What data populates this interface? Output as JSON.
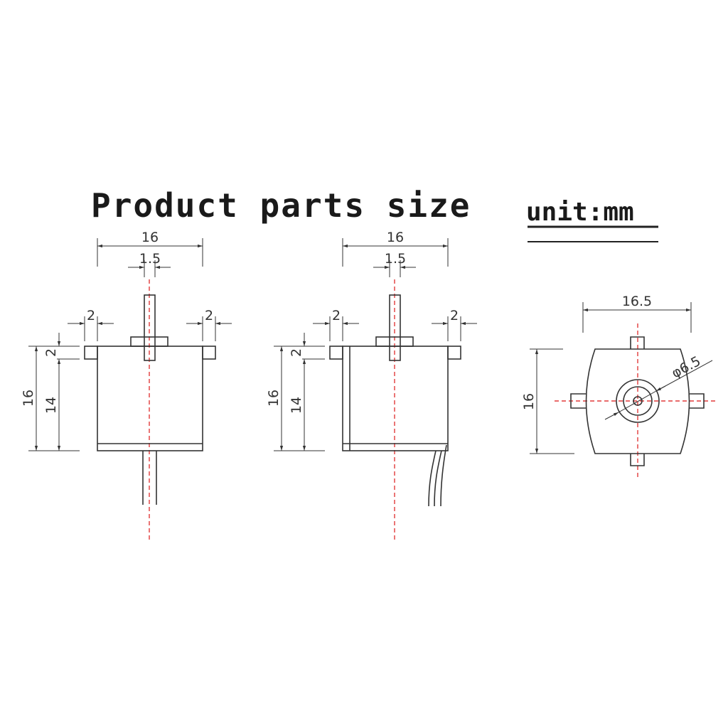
{
  "title": "Product parts size",
  "unit_label": "unit:mm",
  "views": {
    "side_view_1": {
      "width": "16",
      "shaft": "1.5",
      "tab_left": "2",
      "tab_right": "2",
      "height_total": "16",
      "body_height": "14",
      "tab_height": "2"
    },
    "side_view_2": {
      "width": "16",
      "shaft": "1.5",
      "tab_left": "2",
      "tab_right": "2",
      "height_total": "16",
      "body_height": "14",
      "tab_height": "2"
    },
    "end_view": {
      "width": "16.5",
      "height": "16",
      "diameter": "φ6.5"
    }
  },
  "colors": {
    "line": "#333333",
    "centerline": "#e23a3a"
  }
}
